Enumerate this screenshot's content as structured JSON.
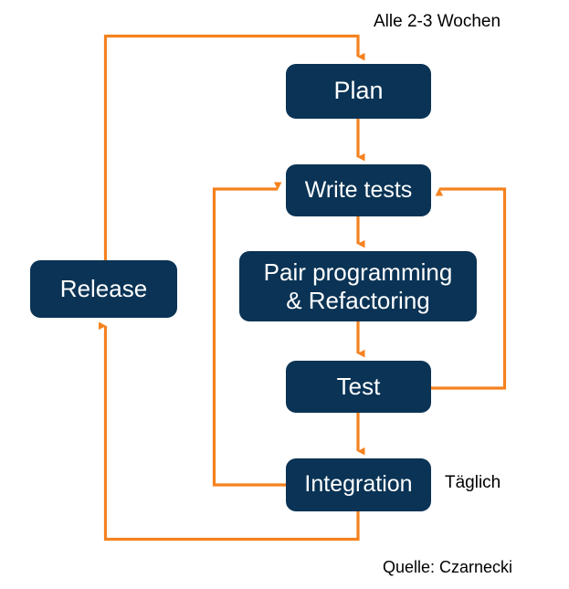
{
  "diagram": {
    "title": "Agile development cycle (XP) flow diagram",
    "colors": {
      "node_fill": "#0a3355",
      "node_text": "#ffffff",
      "arrow": "#f5821f",
      "caption_text": "#000000",
      "background": "#ffffff"
    },
    "nodes": [
      {
        "id": "plan",
        "label": "Plan"
      },
      {
        "id": "write_tests",
        "label": "Write tests"
      },
      {
        "id": "pair",
        "label": "Pair programming\n& Refactoring"
      },
      {
        "id": "test",
        "label": "Test"
      },
      {
        "id": "integration",
        "label": "Integration"
      },
      {
        "id": "release",
        "label": "Release"
      }
    ],
    "captions": [
      {
        "id": "alle",
        "text": "Alle 2-3 Wochen"
      },
      {
        "id": "taglich",
        "text": "Täglich"
      },
      {
        "id": "quelle",
        "text": "Quelle: Czarnecki"
      }
    ],
    "edges": [
      {
        "from": "release",
        "to": "plan",
        "kind": "loop-outer-top",
        "label": "Alle 2-3 Wochen"
      },
      {
        "from": "plan",
        "to": "write_tests",
        "kind": "straight-down",
        "label": ""
      },
      {
        "from": "write_tests",
        "to": "pair",
        "kind": "straight-down",
        "label": ""
      },
      {
        "from": "pair",
        "to": "test",
        "kind": "straight-down",
        "label": ""
      },
      {
        "from": "test",
        "to": "write_tests",
        "kind": "loop-right",
        "label": ""
      },
      {
        "from": "test",
        "to": "integration",
        "kind": "straight-down",
        "label": ""
      },
      {
        "from": "integration",
        "to": "write_tests",
        "kind": "loop-left",
        "label": "Täglich"
      },
      {
        "from": "integration",
        "to": "release",
        "kind": "loop-outer-bottom",
        "label": ""
      }
    ]
  }
}
